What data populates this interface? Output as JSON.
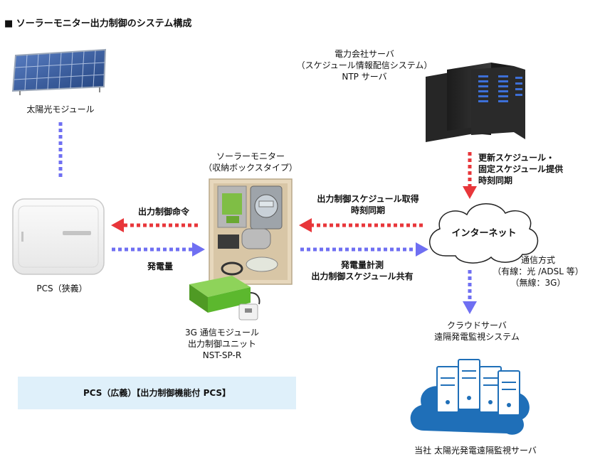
{
  "title": "■ ソーラーモニター出力制御のシステム構成",
  "nodes": {
    "solar_module": "太陽光モジュール",
    "pcs_narrow": "PCS（狭義）",
    "solar_monitor": [
      "ソーラーモニター",
      "（収納ボックスタイプ）"
    ],
    "power_company": [
      "電力会社サーバ",
      "（スケジュール情報配信システム）",
      "NTP サーバ"
    ],
    "internet": "インターネット",
    "comm_unit": [
      "3G 通信モジュール",
      "出力制御ユニット",
      "NST-SP-R"
    ],
    "cloud_server": [
      "クラウドサーバ",
      "遠隔発電監視システム"
    ],
    "company_server": "当社 太陽光発電遠隔監視サーバ",
    "pcs_broad": "PCS（広義）【出力制御機能付 PCS】"
  },
  "edges": {
    "control_command": "出力制御命令",
    "generation": "発電量",
    "schedule_acquire": [
      "出力制御スケジュール取得",
      "時刻同期"
    ],
    "measure_share": [
      "発電量計測",
      "出力制御スケジュール共有"
    ],
    "update_schedule": [
      "更新スケジュール・",
      "固定スケジュール提供",
      "時刻同期"
    ],
    "comm_method": [
      "通信方式",
      "（有線：光 /ADSL 等）",
      "（無線：3G）"
    ]
  },
  "colors": {
    "red_arrow": "#e8363a",
    "blue_arrow": "#6f6ff2",
    "pcs_broad_bg": "#dff0fa",
    "cloud_server_blue": "#1f6fb8",
    "module_green": "#5cb82e"
  }
}
